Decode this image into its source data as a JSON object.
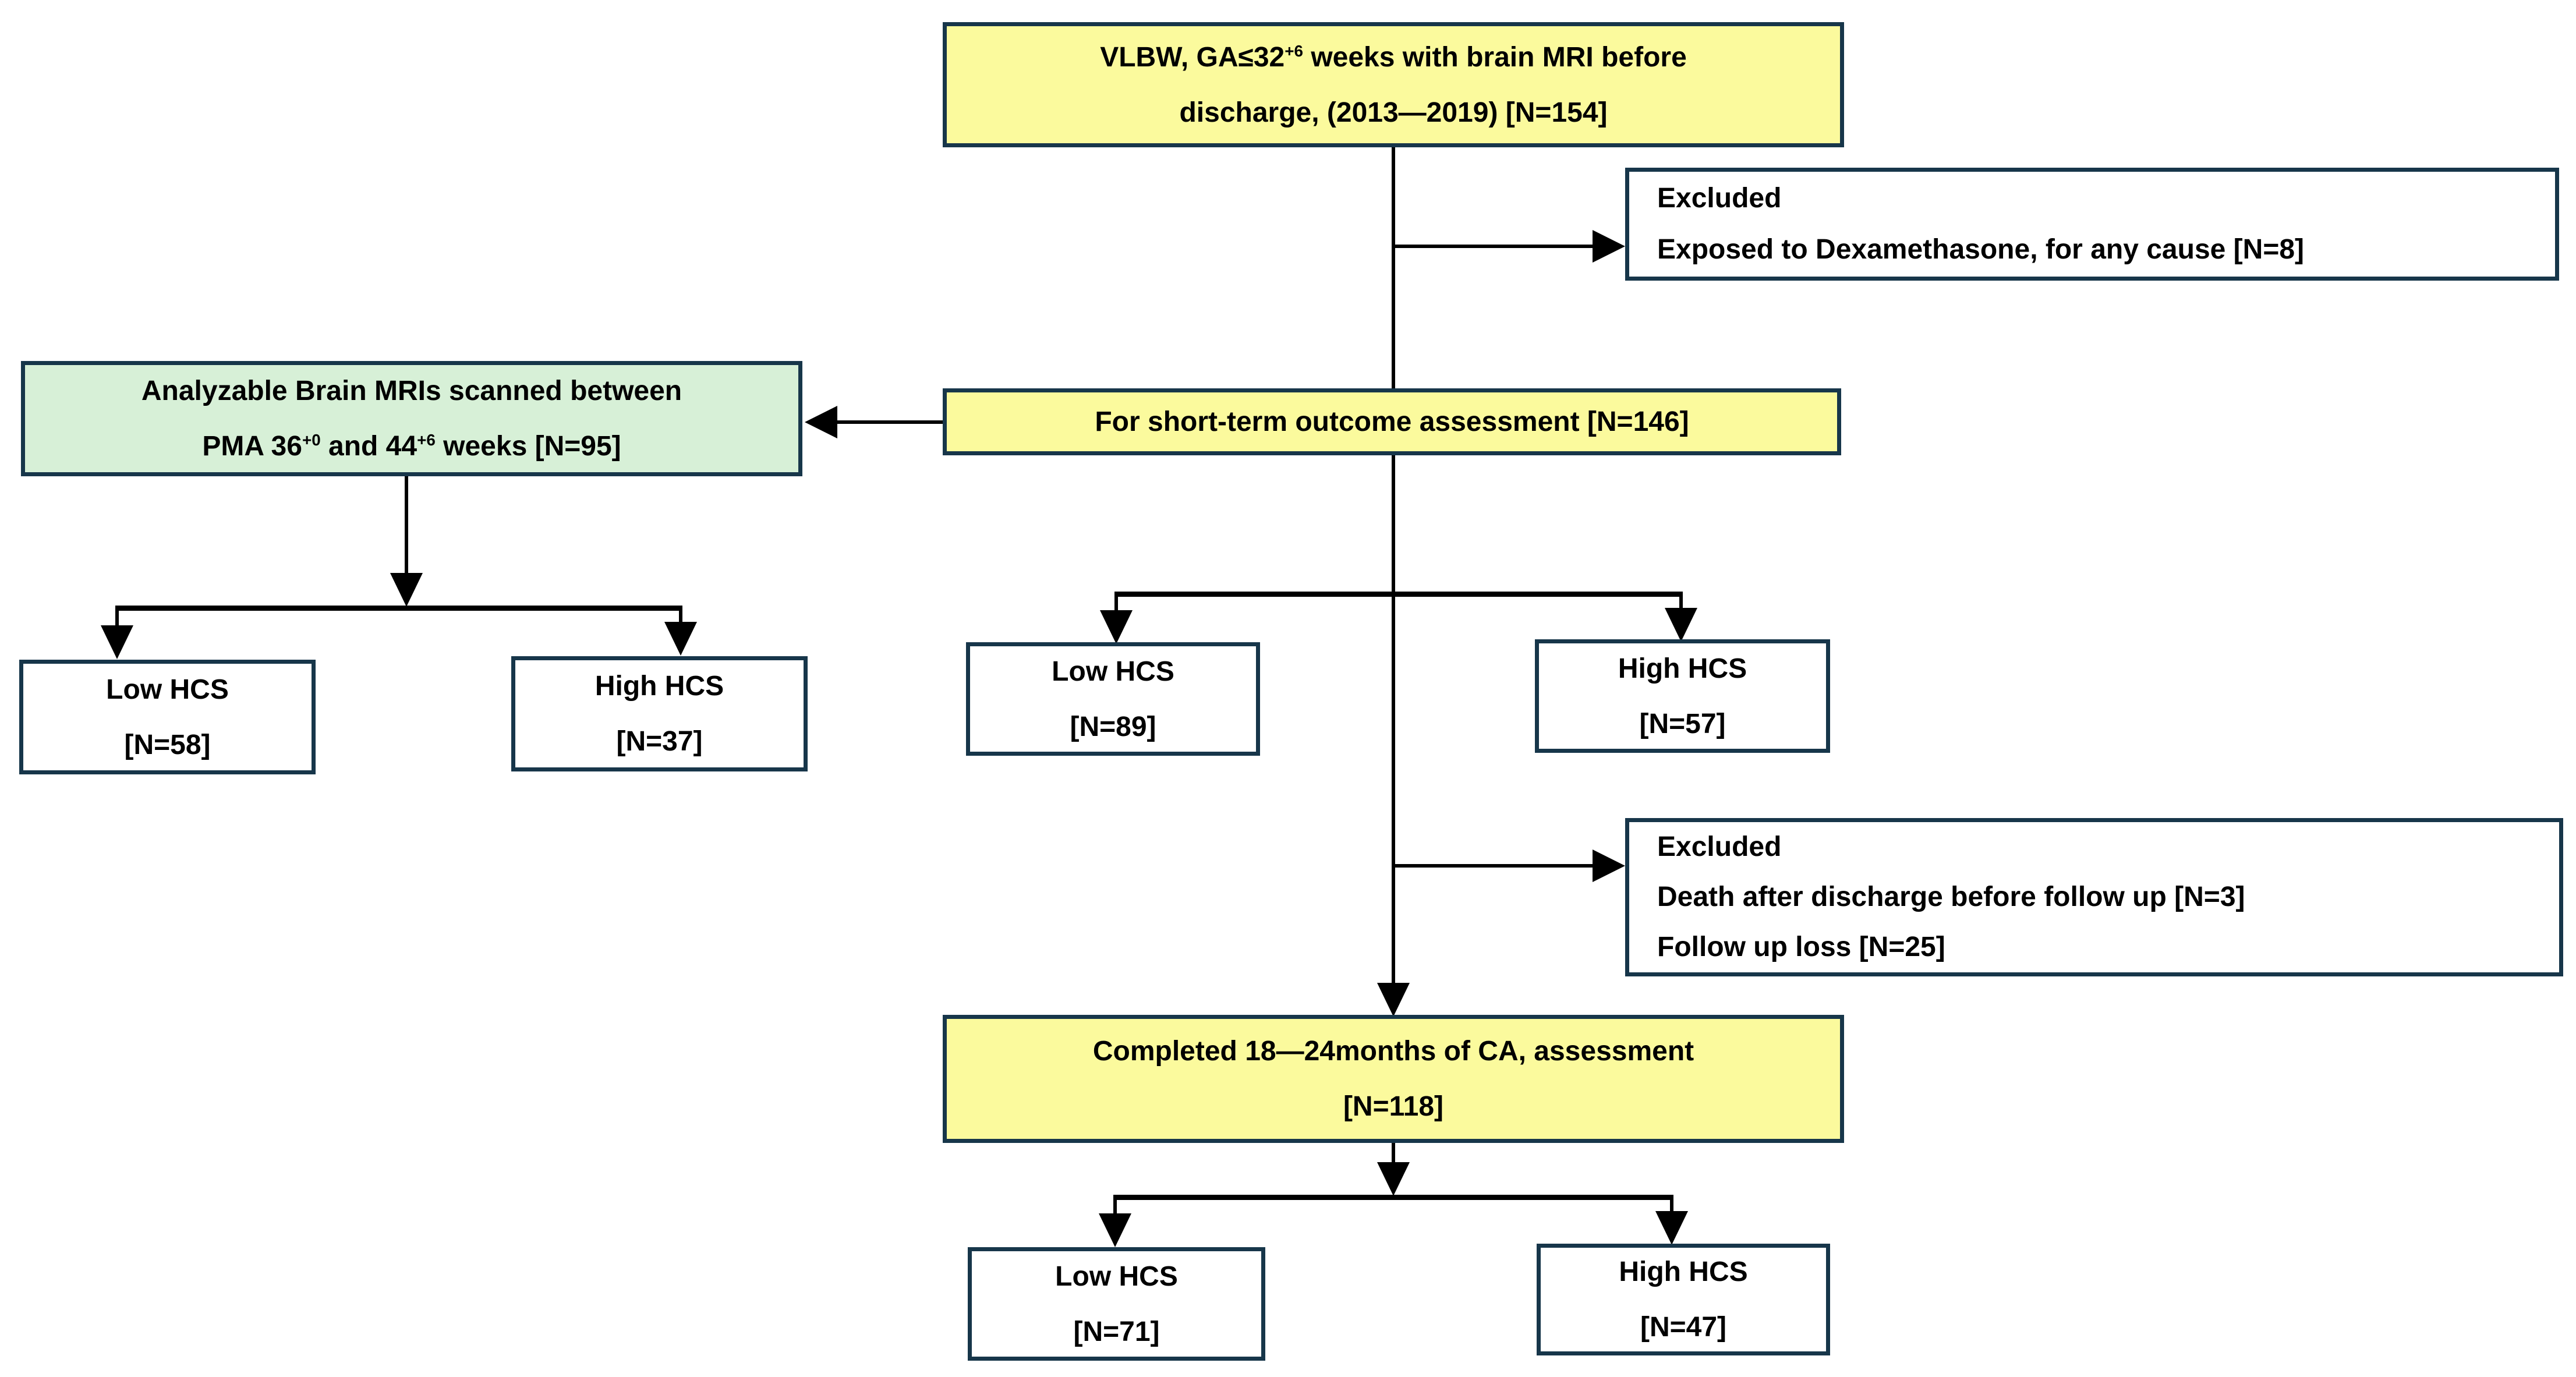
{
  "colors": {
    "box_border": "#17364A",
    "yellow_fill": "#FBFA9D",
    "green_fill": "#D7F0D7",
    "white_fill": "#FFFFFF",
    "arrow": "#000000",
    "text": "#000000",
    "background": "#FFFFFF"
  },
  "boxes": {
    "top": {
      "line1_pre": "VLBW, GA≤32",
      "line1_sup": "+6",
      "line1_post": " weeks with brain MRI before",
      "line2": "discharge, (2013—2019) [N=154]",
      "n": 154
    },
    "excluded1": {
      "title": "Excluded",
      "line1": "Exposed to Dexamethasone, for any cause [N=8]",
      "n": 8
    },
    "analyzable": {
      "line1": "Analyzable Brain MRIs scanned between",
      "line2_pre": "PMA 36",
      "line2_sup1": "+0",
      "line2_mid": " and 44",
      "line2_sup2": "+6",
      "line2_post": " weeks [N=95]",
      "n": 95
    },
    "short_term": {
      "label": "For short-term outcome assessment [N=146]",
      "n": 146
    },
    "mri_low": {
      "line1": "Low HCS",
      "line2": "[N=58]",
      "n": 58
    },
    "mri_high": {
      "line1": "High HCS",
      "line2": "[N=37]",
      "n": 37
    },
    "short_low": {
      "line1": "Low HCS",
      "line2": "[N=89]",
      "n": 89
    },
    "short_high": {
      "line1": "High HCS",
      "line2": "[N=57]",
      "n": 57
    },
    "excluded2": {
      "title": "Excluded",
      "line1": "Death after discharge before follow up [N=3]",
      "line2": "Follow up loss [N=25]",
      "n_death": 3,
      "n_loss": 25
    },
    "completed": {
      "line1": "Completed 18—24months of CA, assessment",
      "line2": "[N=118]",
      "n": 118
    },
    "final_low": {
      "line1": "Low HCS",
      "line2": "[N=71]",
      "n": 71
    },
    "final_high": {
      "line1": "High HCS",
      "line2": "[N=47]",
      "n": 47
    }
  }
}
